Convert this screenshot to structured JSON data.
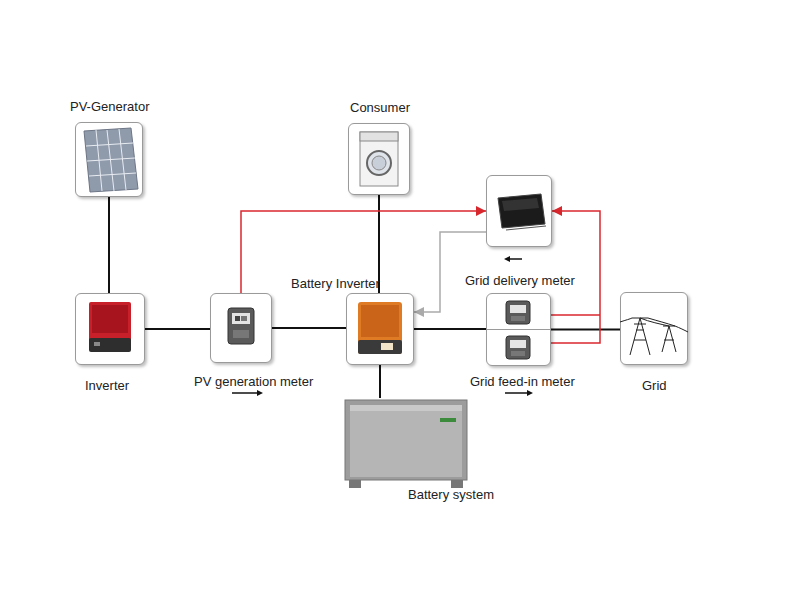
{
  "diagram": {
    "nodes": [
      {
        "text": [
          "PV-Generator"
        ]
      },
      {
        "text": [
          "Consumer"
        ]
      },
      {
        "text": [
          "Grid delivery meter"
        ]
      },
      {
        "text": [
          "Inverter"
        ]
      },
      {
        "text": [
          "PV generation meter"
        ]
      },
      {
        "text": [
          "Battery Inverter"
        ]
      },
      {
        "text": [
          "Grid feed-in meter"
        ]
      },
      {
        "text": [
          "Grid"
        ]
      },
      {
        "text": [
          "Battery system"
        ]
      }
    ],
    "edges": [
      {
        "from": 0,
        "to": 3,
        "arrow": "none"
      },
      {
        "from": 3,
        "to": 4,
        "arrow": "none"
      },
      {
        "from": 4,
        "to": 5,
        "arrow": "none"
      },
      {
        "from": 1,
        "to": 5,
        "arrow": "none"
      },
      {
        "from": 5,
        "to": 6,
        "arrow": "none"
      },
      {
        "from": 6,
        "to": 7,
        "arrow": "none"
      },
      {
        "from": 5,
        "to": 8,
        "arrow": "none"
      },
      {
        "from": 4,
        "to": 2,
        "arrow": "to"
      },
      {
        "from": 6,
        "to": 2,
        "arrow": "to"
      },
      {
        "from": 2,
        "to": 5,
        "arrow": "to"
      }
    ]
  }
}
